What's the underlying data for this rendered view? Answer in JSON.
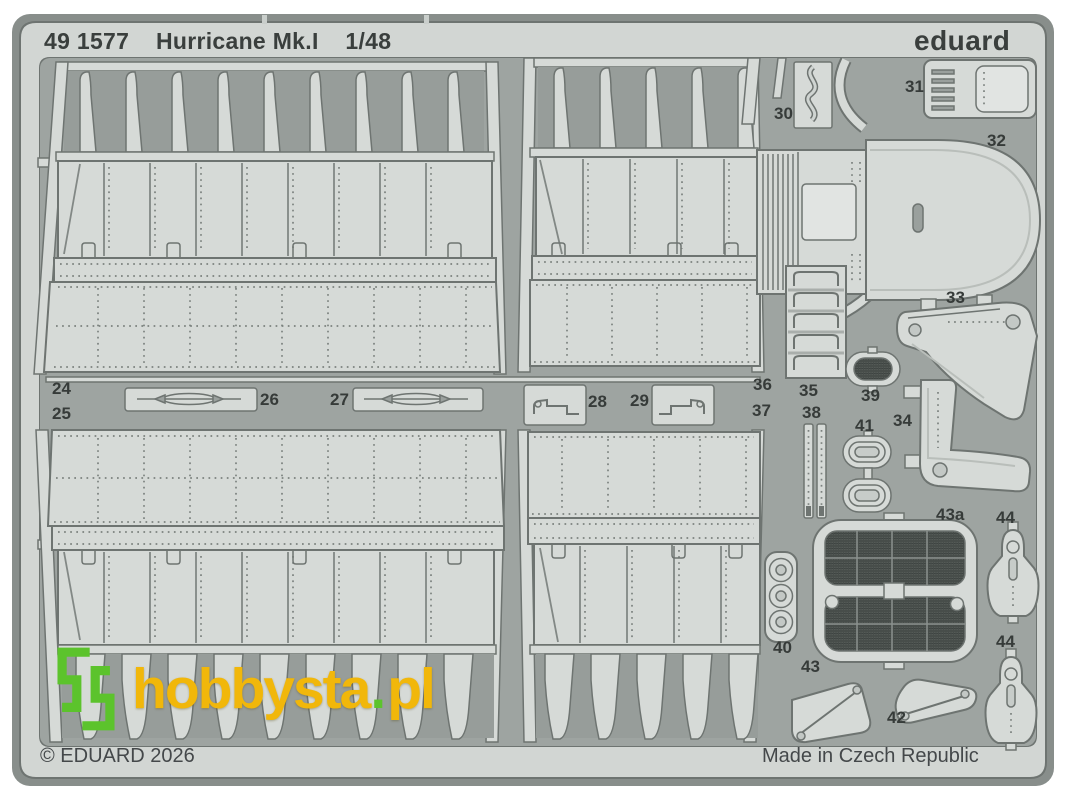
{
  "sheet": {
    "header": {
      "catalog_number": "49 1577",
      "product_name": "Hurricane Mk.I",
      "scale": "1/48",
      "brand": "eduard"
    },
    "footer": {
      "copyright": "© EDUARD 2026",
      "made_in": "Made in Czech Republic"
    },
    "colors": {
      "frame_metal": "#d2d6d3",
      "part_metal": "#d6dad7",
      "interior": "#9ea4a1",
      "outline": "#6e7471",
      "mesh": "#575d5a"
    }
  },
  "watermark": {
    "name": "hobbysta",
    "dot": ".",
    "tld": "pl",
    "green": "#5cc32c",
    "yellow": "#f1b70a"
  },
  "part_labels": {
    "p24": "24",
    "p25": "25",
    "p26": "26",
    "p27": "27",
    "p28": "28",
    "p29": "29",
    "p30": "30",
    "p31": "31",
    "p32": "32",
    "p33": "33",
    "p34": "34",
    "p35": "35",
    "p36": "36",
    "p37": "37",
    "p38": "38",
    "p39": "39",
    "p40": "40",
    "p41": "41",
    "p42": "42",
    "p43": "43",
    "p43a": "43a",
    "p44_upper": "44",
    "p44_lower": "44"
  }
}
